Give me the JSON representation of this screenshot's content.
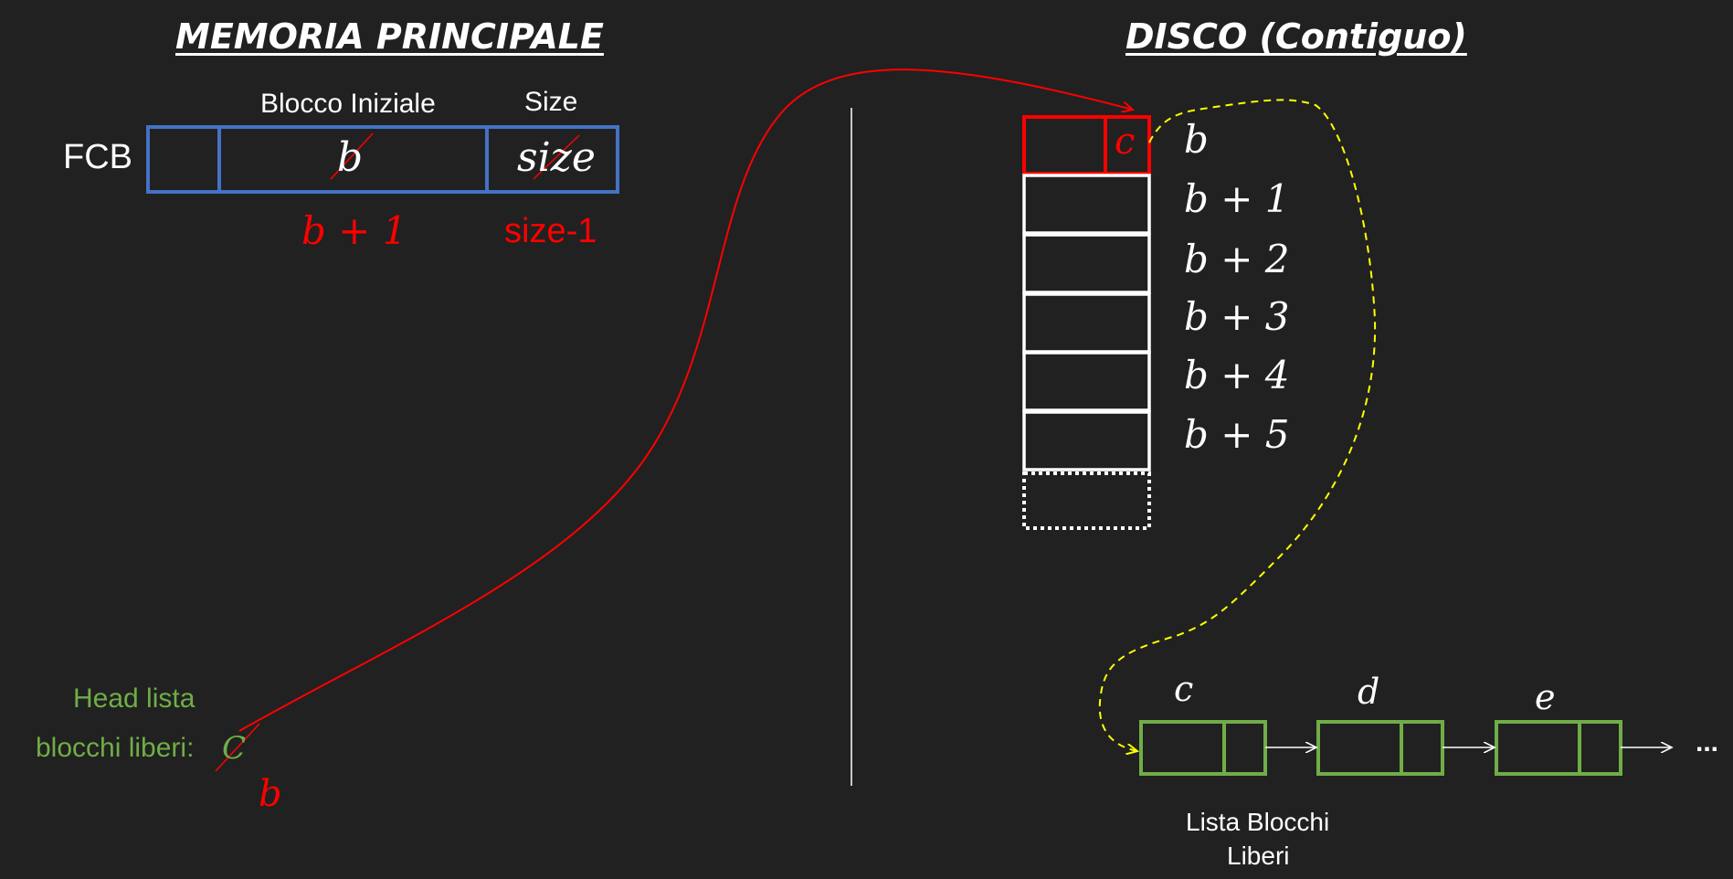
{
  "left_section": {
    "title": "MEMORIA PRINCIPALE",
    "fcb": {
      "label": "FCB",
      "header_start_block": "Blocco Iniziale",
      "header_size": "Size",
      "value_start_block_old": "b",
      "value_size_old": "size",
      "value_start_block_new": "b + 1",
      "value_size_new": "size-1",
      "box_color": "#4472c4",
      "update_color": "#ff0000"
    },
    "free_list_head": {
      "label_line1": "Head lista",
      "label_line2": "blocchi liberi:",
      "old_value": "C",
      "new_value": "b",
      "color": "#70ad47"
    }
  },
  "right_section": {
    "title": "DISCO (Contiguo)",
    "disk_blocks": {
      "labels": [
        "b",
        "b + 1",
        "b + 2",
        "b + 3",
        "b + 4",
        "b + 5"
      ],
      "pointer_value": "c",
      "highlight_color": "#ff0000"
    },
    "free_list": {
      "nodes": [
        "c",
        "d",
        "e"
      ],
      "ellipsis": "...",
      "caption_line1": "Lista Blocchi",
      "caption_line2": "Liberi",
      "color": "#70ad47"
    }
  },
  "connector_colors": {
    "curve": "#ff0000",
    "dashed": "#ffff00"
  }
}
